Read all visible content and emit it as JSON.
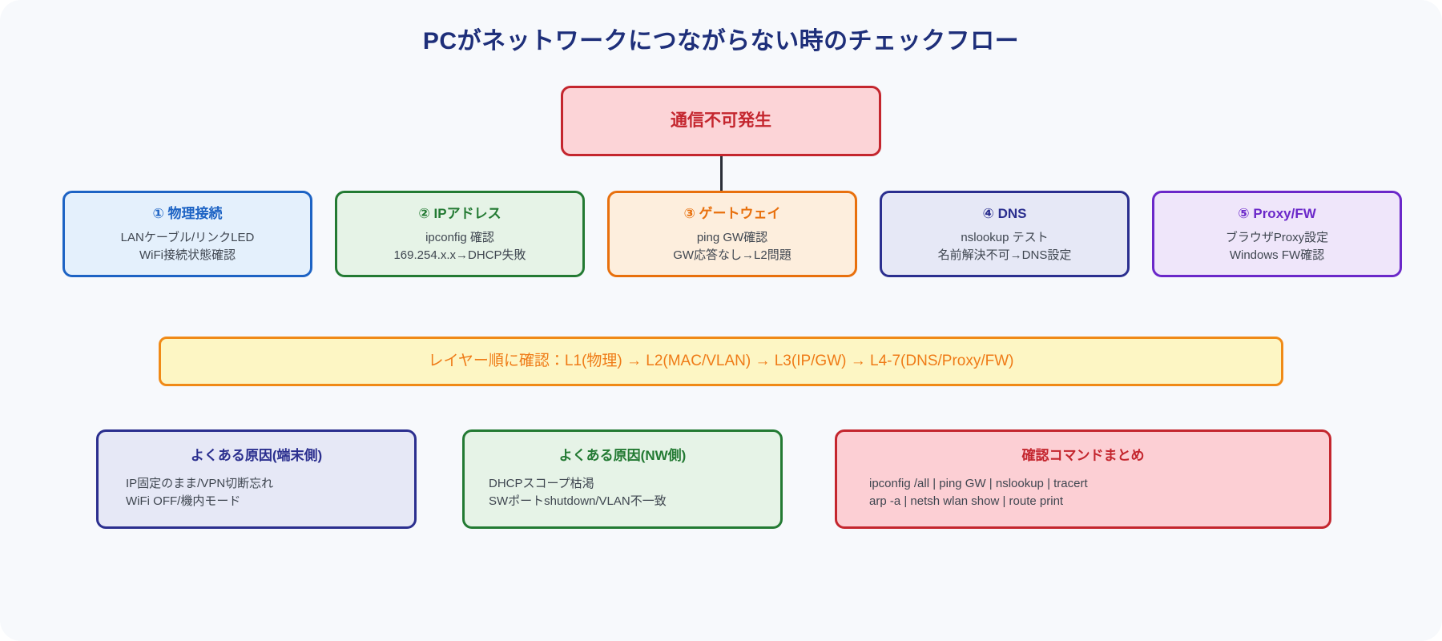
{
  "diagram": {
    "title": "PCがネットワークにつながらない時のチェックフロー",
    "root": {
      "label": "通信不可発生",
      "color": "#c4262e",
      "fill": "#fcd4d7"
    },
    "categories": [
      {
        "title": "① 物理接続",
        "lines": [
          "LANケーブル/リンクLED",
          "WiFi接続状態確認"
        ],
        "color": "#1d63c4",
        "fill": "#e4f0fc"
      },
      {
        "title": "② IPアドレス",
        "lines": [
          "ipconfig 確認",
          "169.254.x.x→DHCP失敗"
        ],
        "color": "#237a33",
        "fill": "#e6f3e7"
      },
      {
        "title": "③ ゲートウェイ",
        "lines": [
          "ping GW確認",
          "GW応答なし→L2問題"
        ],
        "color": "#e8700d",
        "fill": "#fdeedd"
      },
      {
        "title": "④ DNS",
        "lines": [
          "nslookup テスト",
          "名前解決不可→DNS設定"
        ],
        "color": "#2b2f8f",
        "fill": "#e6e8f6"
      },
      {
        "title": "⑤ Proxy/FW",
        "lines": [
          "ブラウザProxy設定",
          "Windows FW確認"
        ],
        "color": "#6b28c9",
        "fill": "#efe6fa"
      }
    ],
    "banner": {
      "text": "レイヤー順に確認：L1(物理) → L2(MAC/VLAN) → L3(IP/GW) → L4-7(DNS/Proxy/FW)",
      "color": "#ef7b17",
      "fill": "#fdf6c4"
    },
    "cards": [
      {
        "title": "よくある原因(端末側)",
        "lines": [
          "IP固定のまま/VPN切断忘れ",
          "WiFi OFF/機内モード"
        ],
        "color": "#2b2f8f",
        "fill": "#e6e8f6"
      },
      {
        "title": "よくある原因(NW側)",
        "lines": [
          "DHCPスコープ枯渇",
          "SWポートshutdown/VLAN不一致"
        ],
        "color": "#237a33",
        "fill": "#e6f3e7"
      },
      {
        "title": "確認コマンドまとめ",
        "lines": [
          "ipconfig /all | ping GW | nslookup | tracert",
          "arp -a | netsh wlan show | route print"
        ],
        "color": "#c4262e",
        "fill": "#fccfd4"
      }
    ]
  }
}
